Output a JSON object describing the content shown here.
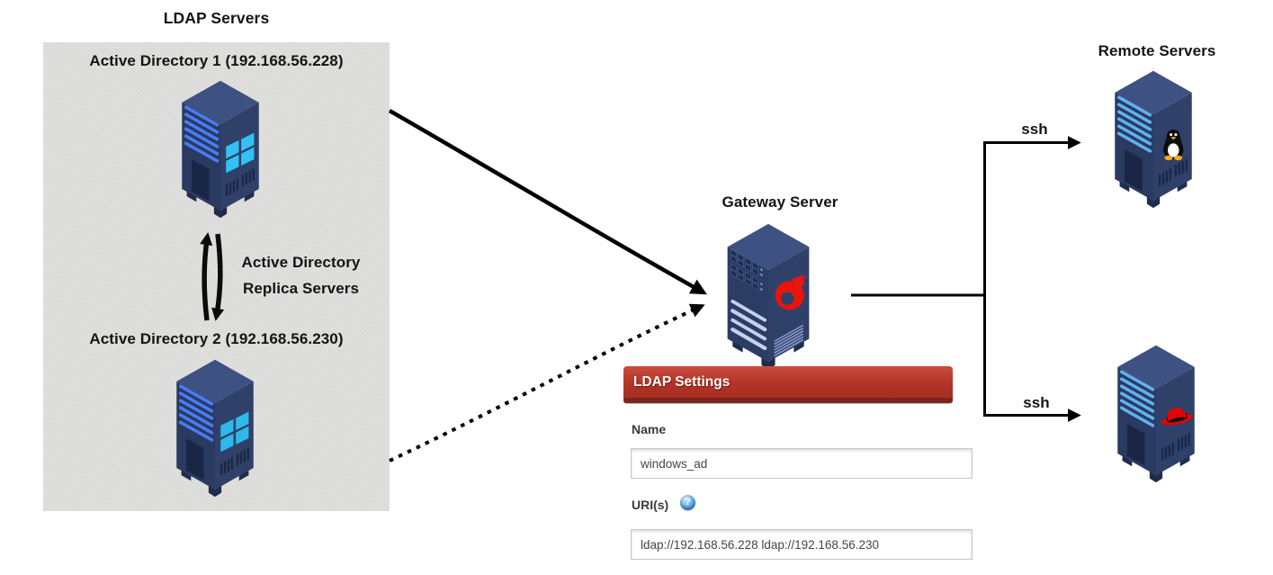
{
  "diagram": {
    "ldap_group": {
      "title": "LDAP Servers",
      "ad1_label": "Active Directory 1 (192.168.56.228)",
      "ad2_label": "Active Directory 2 (192.168.56.230)",
      "replica_line1": "Active Directory",
      "replica_line2": "Replica Servers"
    },
    "gateway": {
      "title": "Gateway Server"
    },
    "remote": {
      "title": "Remote Servers",
      "ssh_top_label": "ssh",
      "ssh_bottom_label": "ssh"
    }
  },
  "form": {
    "header_title": "LDAP Settings",
    "help_icon_glyph": "?",
    "fields": [
      {
        "label": "Name",
        "value": "windows_ad"
      },
      {
        "label": "URI(s)",
        "value": "ldap://192.168.56.228 ldap://192.168.56.230"
      }
    ]
  },
  "colors": {
    "header_red": "#b23327",
    "server_navy": "#2f4169",
    "stripe_blue": "#4a7cf6",
    "remote_stripe_blue": "#5fb2f0",
    "windows_cyan": "#33c1f5",
    "redhat_red": "#e00404",
    "gateway_logo_red": "#e8150d",
    "box_gray": "#dadad8",
    "arrow_black": "#000000"
  }
}
